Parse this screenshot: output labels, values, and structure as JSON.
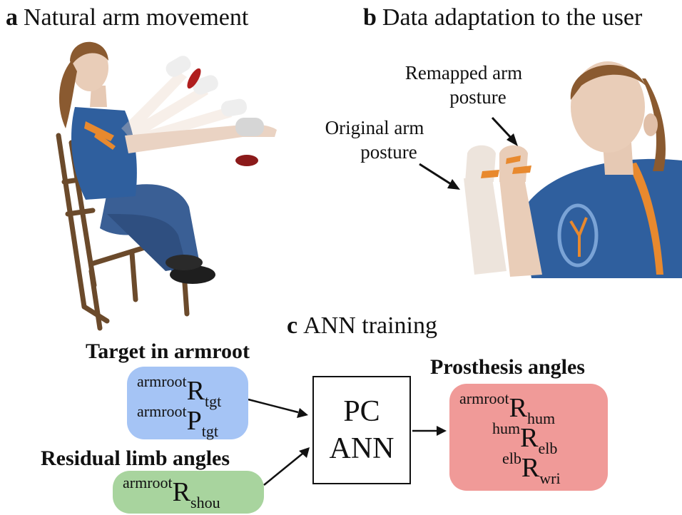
{
  "panel_a": {
    "letter": "a",
    "title": "Natural arm movement"
  },
  "panel_b": {
    "letter": "b",
    "title": "Data adaptation to the user",
    "callout_remapped": [
      "Remapped arm",
      "posture"
    ],
    "callout_original": [
      "Original arm",
      "posture"
    ]
  },
  "panel_c": {
    "letter": "c",
    "title": "ANN training",
    "target_box": {
      "title": "Target in armroot",
      "color": "#a5c4f5",
      "lines": [
        {
          "sup": "armroot",
          "main": "R",
          "sub": "tgt"
        },
        {
          "sup": "armroot",
          "main": "P",
          "sub": "tgt"
        }
      ]
    },
    "residual_box": {
      "title": "Residual limb angles",
      "color": "#a8d49e",
      "lines": [
        {
          "sup": "armroot",
          "main": "R",
          "sub": "shou"
        }
      ]
    },
    "center_box": {
      "line1": "PC",
      "line2": "ANN"
    },
    "prosthesis_box": {
      "title": "Prosthesis angles",
      "color": "#f09a98",
      "lines": [
        {
          "sup": "armroot",
          "main": "R",
          "sub": "hum"
        },
        {
          "sup": "hum",
          "main": "R",
          "sub": "elb"
        },
        {
          "sup": "elb",
          "main": "R",
          "sub": "wri"
        }
      ]
    }
  }
}
